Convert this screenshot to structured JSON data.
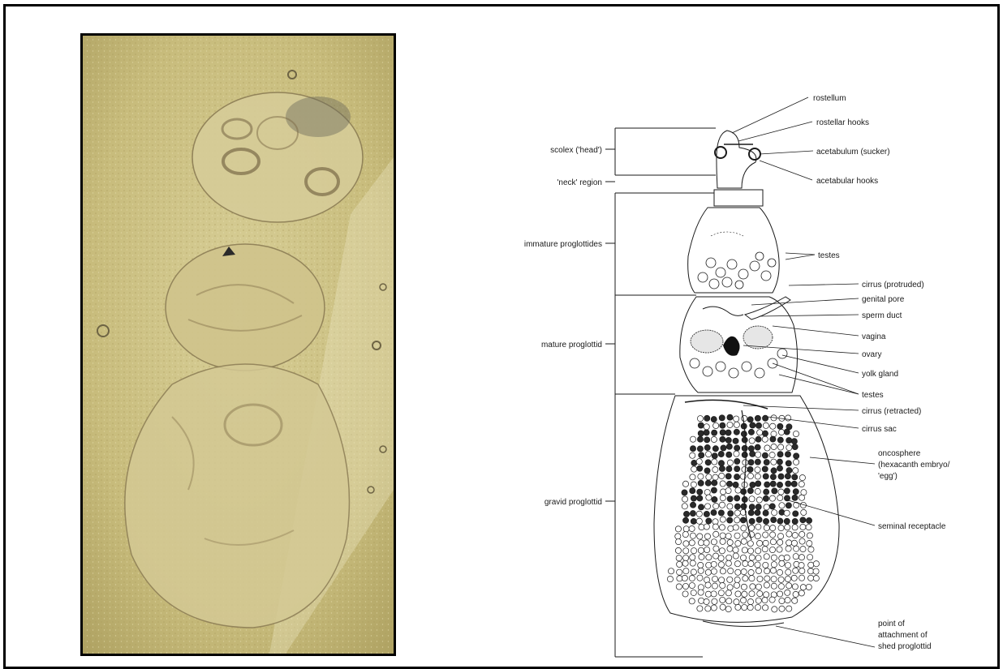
{
  "diagram": {
    "left_labels": {
      "scolex": "scolex ('head')",
      "neck": "'neck' region",
      "immature": "immature proglottides",
      "mature": "mature proglottid",
      "gravid": "gravid proglottid"
    },
    "right_labels": {
      "rostellum": "rostellum",
      "rostellar_hooks": "rostellar hooks",
      "acetabulum": "acetabulum (sucker)",
      "acetabular_hooks": "acetabular hooks",
      "testes_1": "testes",
      "cirrus_protruded": "cirrus (protruded)",
      "genital_pore": "genital pore",
      "sperm_duct": "sperm duct",
      "vagina": "vagina",
      "ovary": "ovary",
      "yolk_gland": "yolk gland",
      "testes_2": "testes",
      "cirrus_retracted": "cirrus (retracted)",
      "cirrus_sac": "cirrus sac",
      "oncosphere_1": "oncosphere",
      "oncosphere_2": "(hexacanth embryo/",
      "oncosphere_3": "'egg')",
      "seminal_receptacle": "seminal receptacle",
      "attach_1": "point of",
      "attach_2": "attachment of",
      "attach_3": "shed proglottid"
    }
  },
  "colors": {
    "border": "#000000",
    "micro_background": "#c9bd7f",
    "ink": "#1a1a1a"
  }
}
